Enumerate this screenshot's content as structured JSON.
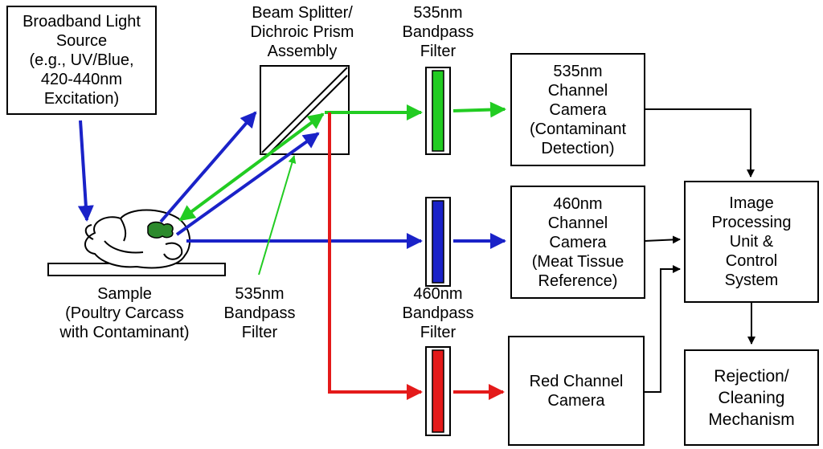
{
  "colors": {
    "blue": "#1a22c8",
    "green": "#22cc22",
    "red": "#e41a1a",
    "black": "#000000"
  },
  "light_source": {
    "lines": [
      "Broadband Light",
      "Source",
      "(e.g., UV/Blue,",
      "420-440nm",
      "Excitation)"
    ]
  },
  "splitter_label": {
    "lines": [
      "Beam Splitter/",
      "Dichroic Prism",
      "Assembly"
    ]
  },
  "filter_535_top": {
    "lines": [
      "535nm",
      "Bandpass",
      "Filter"
    ]
  },
  "filter_535_bottom": {
    "lines": [
      "535nm",
      "Bandpass",
      "Filter"
    ]
  },
  "filter_460": {
    "lines": [
      "460nm",
      "Bandpass",
      "Filter"
    ]
  },
  "sample": {
    "lines": [
      "Sample",
      "(Poultry Carcass",
      "with Contaminant)"
    ]
  },
  "camera_535": {
    "lines": [
      "535nm",
      "Channel",
      "Camera",
      "(Contaminant",
      "Detection)"
    ]
  },
  "camera_460": {
    "lines": [
      "460nm",
      "Channel",
      "Camera",
      "(Meat Tissue",
      "Reference)"
    ]
  },
  "camera_red": {
    "lines": [
      "Red Channel",
      "Camera"
    ]
  },
  "processing_unit": {
    "lines": [
      "Image",
      "Processing",
      "Unit &",
      "Control",
      "System"
    ]
  },
  "rejection": {
    "lines": [
      "Rejection/",
      "Cleaning",
      "Mechanism"
    ]
  }
}
